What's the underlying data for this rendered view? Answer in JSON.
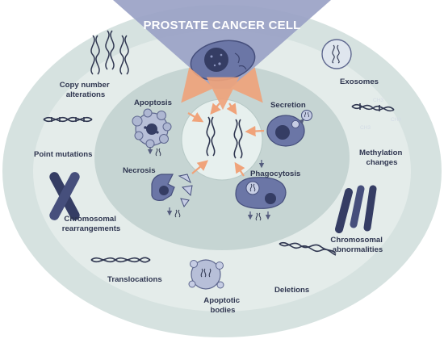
{
  "title": "PROSTATE CANCER CELL",
  "mechanisms": {
    "apoptosis": "Apoptosis",
    "necrosis": "Necrosis",
    "secretion": "Secretion",
    "phagocytosis": "Phagocytosis"
  },
  "outer_labels": {
    "copy_number": [
      "Copy number",
      "alterations"
    ],
    "point_mutations": "Point mutations",
    "chromosomal_rearrangements": [
      "Chromosomal",
      "rearrangements"
    ],
    "translocations": "Translocations",
    "apoptotic_bodies": [
      "Apoptotic",
      "bodies"
    ],
    "deletions": "Deletions",
    "chromosomal_abnormalities": [
      "Chromosomal",
      "abnormalities"
    ],
    "methylation_changes": [
      "Methylation",
      "changes"
    ],
    "exosomes": "Exosomes"
  },
  "methyl_tags": [
    "CH3",
    "CH3",
    "CH3"
  ],
  "colors": {
    "outer_ring": "#d6e2e0",
    "middle_ring": "#e4ecea",
    "inner_ring": "#c6d5d3",
    "center": "#e7f0ee",
    "cone": "#9aa2c6",
    "cell_fill": "#6b76a6",
    "nucleus": "#353d64",
    "arrow": "#f0a37a",
    "dna": "#2f3650",
    "text": "#2f3650"
  },
  "icons": {
    "cancer_cell": "cancer-cell-icon",
    "released_dna": "dna-strand-icon",
    "apoptotic_cell": "apoptotic-cell-icon",
    "necrotic_cell": "necrotic-cell-icon",
    "secreting_cell": "secreting-cell-icon",
    "phagocyte": "phagocyte-icon",
    "exosome": "exosome-icon",
    "chromosome": "chromosome-icon",
    "apoptotic_body": "apoptotic-body-icon"
  }
}
